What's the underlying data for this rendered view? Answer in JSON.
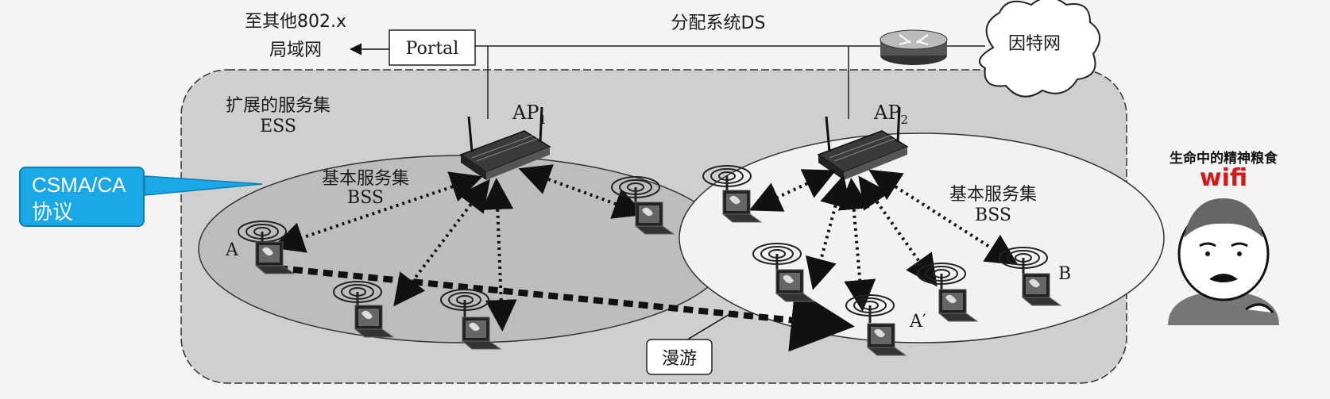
{
  "labels": {
    "other_lan_line1": "至其他802.x",
    "other_lan_line2": "局域网",
    "portal": "Portal",
    "ds": "分配系统DS",
    "internet": "因特网",
    "ess_line1": "扩展的服务集",
    "ess_line2": "ESS",
    "ap1": "AP",
    "ap1_sub": "1",
    "ap2": "AP",
    "ap2_sub": "2",
    "bss1_line1": "基本服务集",
    "bss1_line2": "BSS",
    "bss2_line1": "基本服务集",
    "bss2_line2": "BSS",
    "station_a": "A",
    "station_a_prime": "A′",
    "station_b": "B",
    "roaming": "漫游"
  },
  "callout": {
    "line1": "CSMA/CA",
    "line2": "协议"
  },
  "meme": {
    "caption": "生命中的精神粮食",
    "wifi": "wifi"
  },
  "colors": {
    "ess_fill": "#cfcfcf",
    "bss1_fill": "#bdbdbd",
    "bss2_fill": "#f2f2f2",
    "callout": "#1ba8e6",
    "wifi_red": "#d81818"
  }
}
